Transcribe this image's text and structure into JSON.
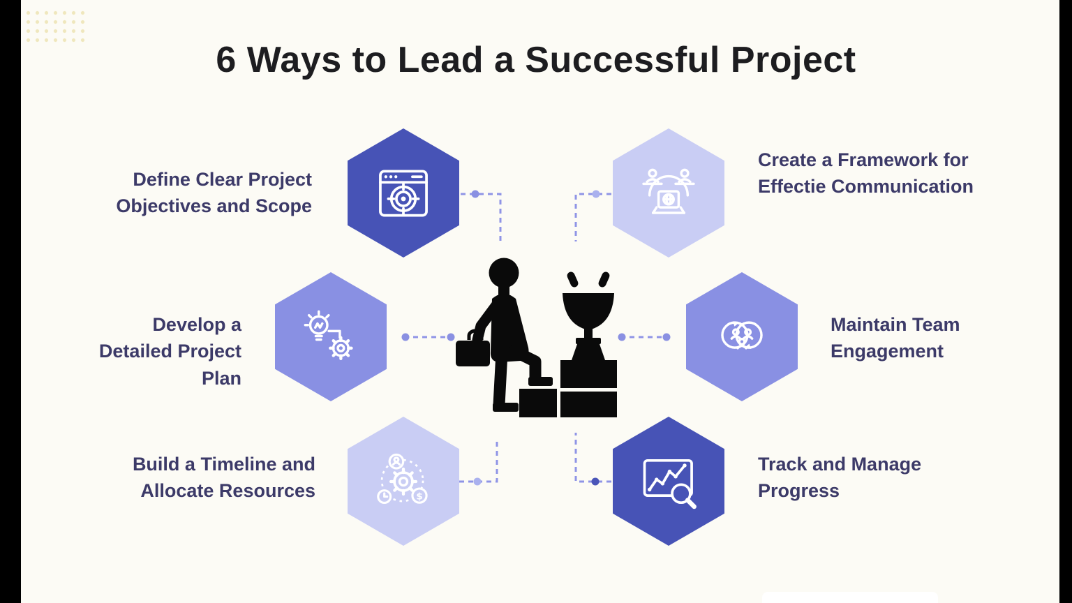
{
  "page": {
    "title": "6 Ways to Lead a Successful Project"
  },
  "colors": {
    "background": "#fcfbf5",
    "title_text": "#1d1d20",
    "label_text": "#3c3a68",
    "hex_dark": "#4753b6",
    "hex_medium": "#8990e3",
    "hex_light": "#c9cdf4",
    "connector": "#8f94e6",
    "edge_bar": "#000000",
    "dots_decoration": "#efe7bd",
    "illustration": "#0a0a0a"
  },
  "items": [
    {
      "id": "objectives",
      "position": "top-left",
      "tone": "dark",
      "icon": "browser-target-icon",
      "label": "Define Clear Project\nObjectives and Scope"
    },
    {
      "id": "communication",
      "position": "top-right",
      "tone": "light",
      "icon": "online-meeting-icon",
      "label": "Create a Framework for\nEffectie Communication"
    },
    {
      "id": "plan",
      "position": "middle-left",
      "tone": "medium",
      "icon": "idea-gear-icon",
      "label": "Develop a\nDetailed Project\nPlan"
    },
    {
      "id": "engagement",
      "position": "middle-right",
      "tone": "medium",
      "icon": "team-cycle-icon",
      "label": "Maintain Team\nEngagement"
    },
    {
      "id": "timeline",
      "position": "bottom-left",
      "tone": "light",
      "icon": "resources-allocation-icon",
      "label": "Build a Timeline and\nAllocate Resources"
    },
    {
      "id": "progress",
      "position": "bottom-right",
      "tone": "dark",
      "icon": "chart-magnifier-icon",
      "label": "Track and Manage\nProgress"
    }
  ],
  "center_illustration": {
    "name": "businessperson-climbing-steps-to-trophy"
  }
}
